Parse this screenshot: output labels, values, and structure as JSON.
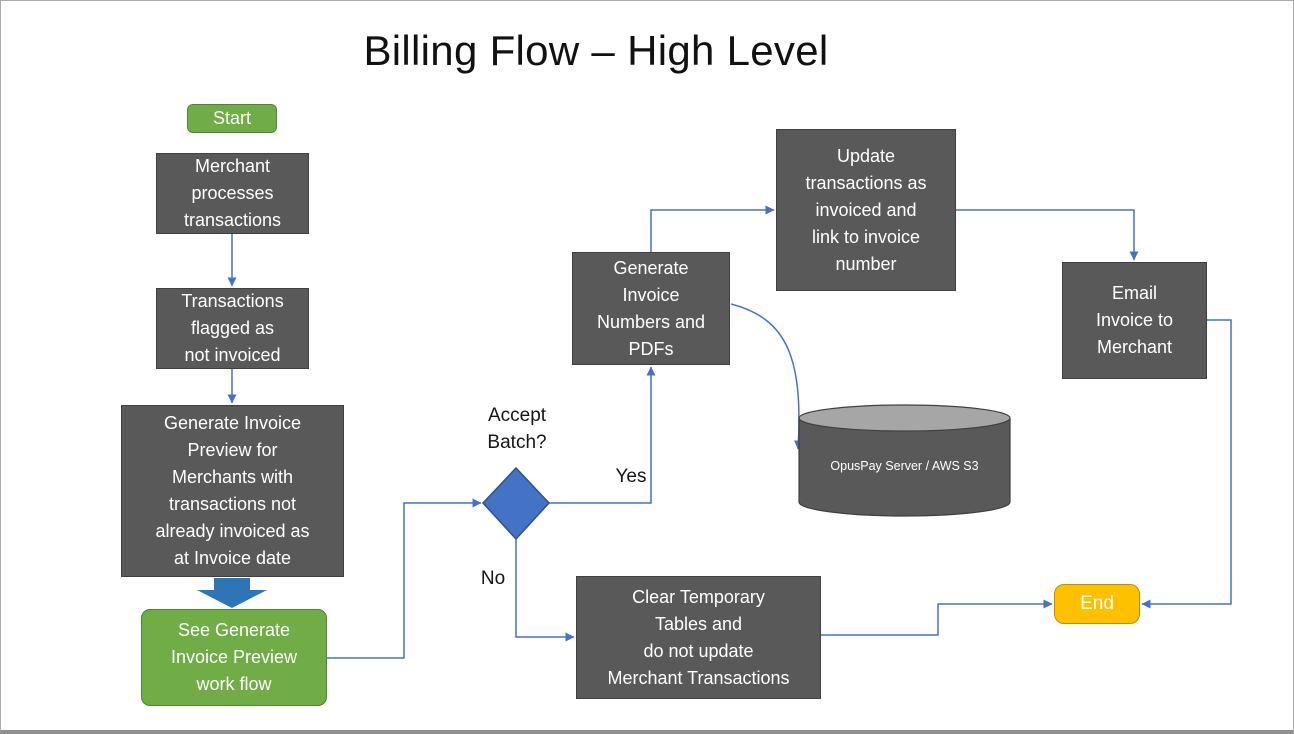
{
  "title": "Billing Flow – High Level",
  "colors": {
    "box_fill": "#595959",
    "box_border": "#404040",
    "green_fill": "#70AD47",
    "green_border": "#548235",
    "connector_blue": "#4472C4",
    "diamond_fill": "#4472C4",
    "diamond_border": "#2F528F",
    "block_arrow_fill": "#2E75B6",
    "end_fill": "#FFC000",
    "end_border": "#BF9000",
    "cylinder_body_fill": "#595959",
    "cylinder_top_fill": "#A6A6A6"
  },
  "nodes": {
    "start": {
      "label": "Start"
    },
    "merchant_processes": {
      "label": "Merchant\nprocesses\ntransactions"
    },
    "transactions_flagged": {
      "label": "Transactions\nflagged as\nnot invoiced"
    },
    "generate_preview": {
      "label": "Generate Invoice\nPreview for\nMerchants with\ntransactions not\nalready invoiced as\nat Invoice date"
    },
    "see_preview_workflow": {
      "label": "See Generate\nInvoice Preview\nwork flow"
    },
    "accept_batch": {
      "label": "Accept\nBatch?"
    },
    "generate_invoice_numbers": {
      "label": "Generate\nInvoice\nNumbers and\nPDFs"
    },
    "update_transactions": {
      "label": "Update\ntransactions as\ninvoiced and\nlink to invoice\nnumber"
    },
    "email_invoice": {
      "label": "Email\nInvoice to\nMerchant"
    },
    "opuspay_server": {
      "label": "OpusPay Server / AWS S3"
    },
    "clear_temp_tables": {
      "label": "Clear Temporary\nTables and\ndo not update\nMerchant Transactions"
    },
    "end": {
      "label": "End"
    }
  },
  "edge_labels": {
    "yes": "Yes",
    "no": "No"
  }
}
